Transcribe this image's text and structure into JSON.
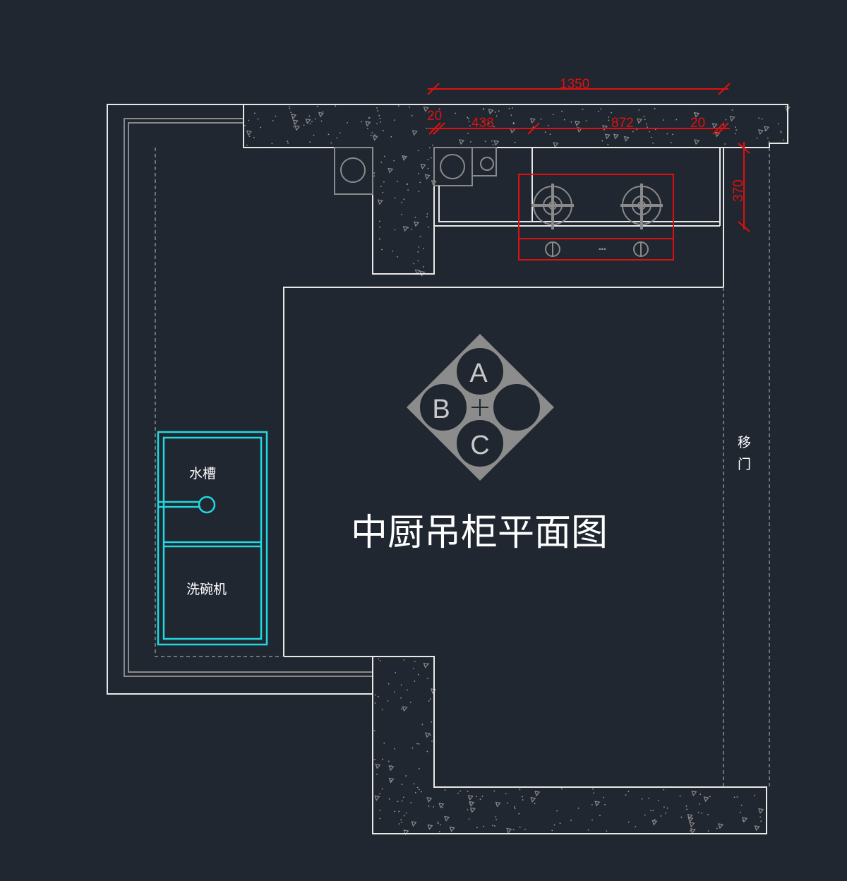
{
  "drawing": {
    "title": "中厨吊柜平面图",
    "labels": {
      "sink": "水槽",
      "dishwasher": "洗碗机",
      "sliding_door_1": "移",
      "sliding_door_2": "门"
    },
    "dimensions": {
      "overall": "1350",
      "left_gap": "20",
      "segment_1": "438",
      "segment_2": "872",
      "right_gap": "20",
      "depth": "370"
    },
    "symbol": {
      "a": "A",
      "b": "B",
      "c": "C"
    },
    "colors": {
      "background": "#212730",
      "dimension": "#e01010",
      "fixture": "#20d8e0",
      "wall": "#e8e8e8"
    }
  }
}
